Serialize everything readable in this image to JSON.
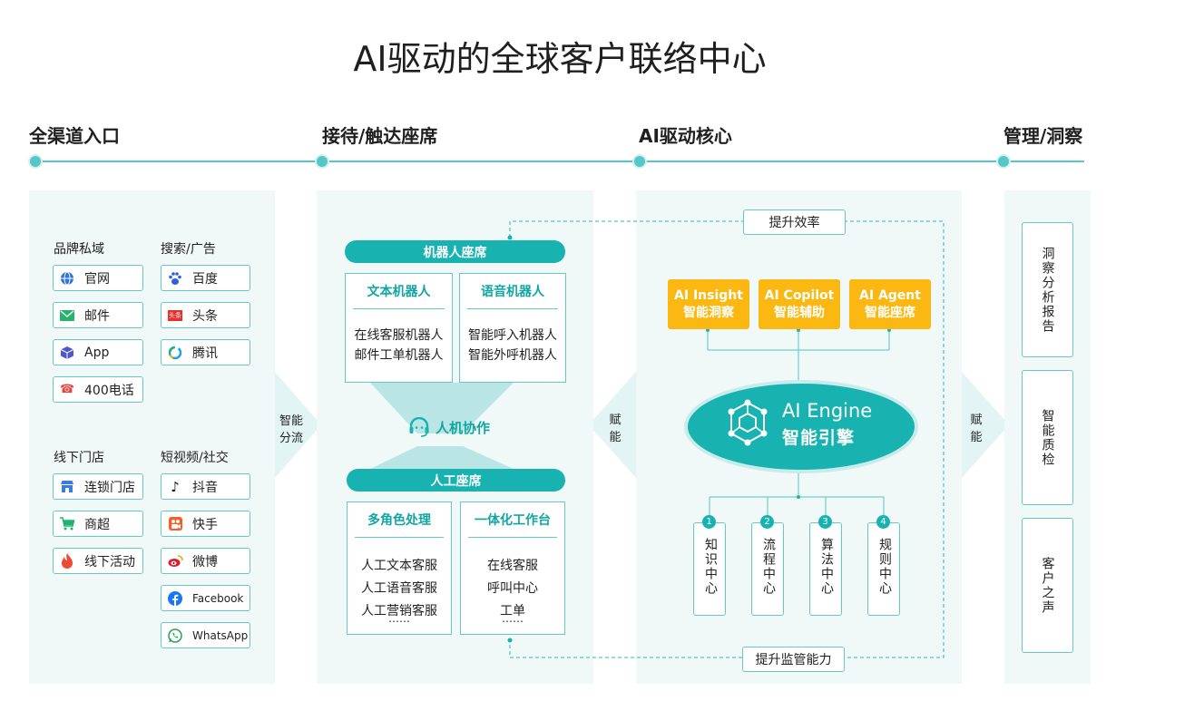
{
  "title": "AI驱动的全球客户联络中心",
  "sections": [
    "全渠道入口",
    "接待/触达座席",
    "AI驱动核心",
    "管理/洞察"
  ],
  "channels": {
    "group1": {
      "label": "品牌私域",
      "items": [
        {
          "icon": "globe-icon",
          "label": "官网"
        },
        {
          "icon": "mail-icon",
          "label": "邮件"
        },
        {
          "icon": "cube-icon",
          "label": "App"
        },
        {
          "icon": "phone-icon",
          "label": "400电话"
        }
      ]
    },
    "group2": {
      "label": "搜索/广告",
      "items": [
        {
          "icon": "baidu-icon",
          "label": "百度"
        },
        {
          "icon": "toutiao-icon",
          "label": "头条",
          "badge": "头条"
        },
        {
          "icon": "tencent-icon",
          "label": "腾讯"
        }
      ]
    },
    "group3": {
      "label": "线下门店",
      "items": [
        {
          "icon": "store-icon",
          "label": "连锁门店"
        },
        {
          "icon": "cart-icon",
          "label": "商超"
        },
        {
          "icon": "fire-icon",
          "label": "线下活动"
        }
      ]
    },
    "group4": {
      "label": "短视频/社交",
      "items": [
        {
          "icon": "tiktok-icon",
          "label": "抖音"
        },
        {
          "icon": "kuaishou-icon",
          "label": "快手"
        },
        {
          "icon": "weibo-icon",
          "label": "微博"
        },
        {
          "icon": "facebook-icon",
          "label": "Facebook"
        },
        {
          "icon": "whatsapp-icon",
          "label": "WhatsApp"
        }
      ]
    }
  },
  "split_label": "智能分流",
  "empower_label": "赋能",
  "robot": {
    "pill": "机器人座席",
    "text_bot": {
      "title": "文本机器人",
      "lines": [
        "在线客服机器人",
        "邮件工单机器人"
      ]
    },
    "voice_bot": {
      "title": "语音机器人",
      "lines": [
        "智能呼入机器人",
        "智能外呼机器人"
      ]
    }
  },
  "collab": "人机协作",
  "human": {
    "pill": "人工座席",
    "multi": {
      "title": "多角色处理",
      "lines": [
        "人工文本客服",
        "人工语音客服",
        "人工营销客服",
        "……"
      ]
    },
    "workbench": {
      "title": "一体化工作台",
      "lines": [
        "在线客服",
        "呼叫中心",
        "工单",
        "……"
      ]
    }
  },
  "core": {
    "efficiency": "提升效率",
    "supervision": "提升监管能力",
    "modules": [
      {
        "en": "AI Insight",
        "cn": "智能洞察"
      },
      {
        "en": "AI Copilot",
        "cn": "智能辅助"
      },
      {
        "en": "AI Agent",
        "cn": "智能座席"
      }
    ],
    "engine_en": "AI Engine",
    "engine_cn": "智能引擎",
    "centers": [
      {
        "num": "1",
        "label": "知识中心"
      },
      {
        "num": "2",
        "label": "流程中心"
      },
      {
        "num": "3",
        "label": "算法中心"
      },
      {
        "num": "4",
        "label": "规则中心"
      }
    ]
  },
  "management": [
    "洞察分析报告",
    "智能质检",
    "客户之声"
  ],
  "colors": {
    "teal": "#18b3b0",
    "line": "#55c7c6",
    "yellow": "#fbb712",
    "panel": "#f0f8f8"
  }
}
